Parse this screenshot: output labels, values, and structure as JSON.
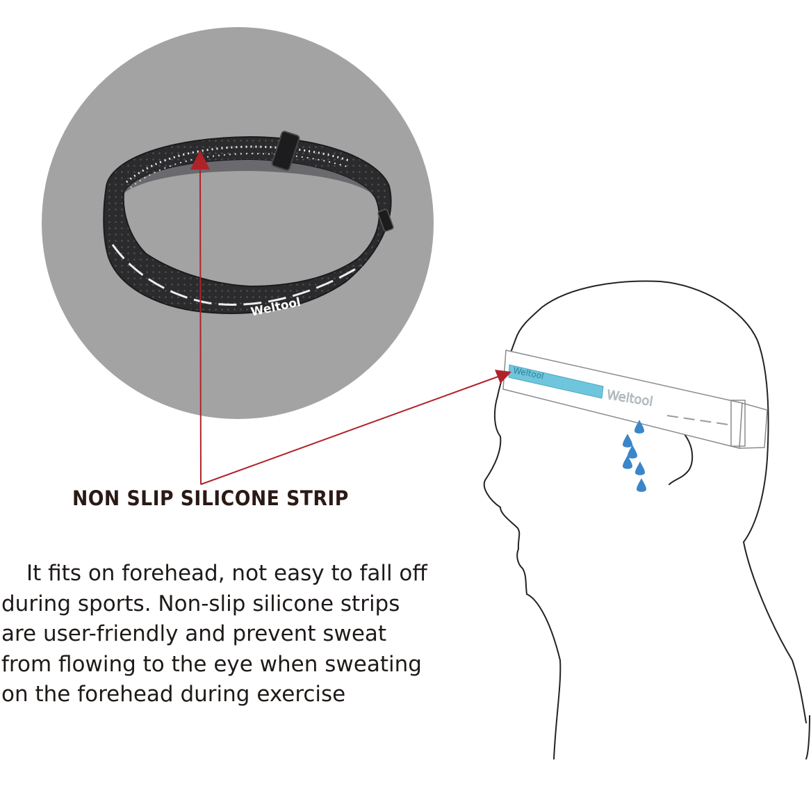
{
  "colors": {
    "background": "#ffffff",
    "circle": "#a3a3a3",
    "band": "#2b2b2d",
    "arrow": "#b0222a",
    "silicone_strip": "#6fc6dc",
    "sweat_drop": "#3a86c8",
    "outline": "#222222"
  },
  "product": {
    "logo_text": "Weltool"
  },
  "callout": {
    "heading": "NON SLIP SILICONE STRIP"
  },
  "description": {
    "lines": [
      "It fits on forehead, not easy to fall off",
      "during sports. Non-slip silicone strips",
      "are user-friendly and prevent sweat",
      "from flowing to the eye when sweating",
      "on the forehead during exercise"
    ]
  }
}
